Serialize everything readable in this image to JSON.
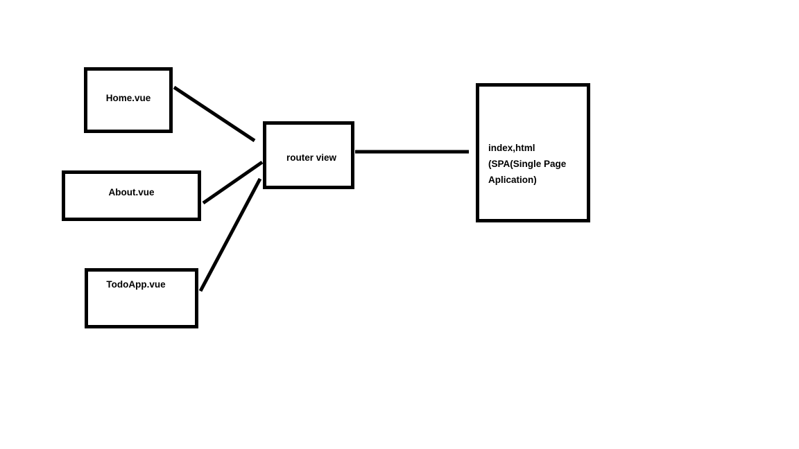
{
  "diagram": {
    "background_color": "#ffffff",
    "stroke_color": "#000000",
    "nodes": {
      "home": {
        "label": "Home.vue"
      },
      "about": {
        "label": "About.vue"
      },
      "todoapp": {
        "label": "TodoApp.vue"
      },
      "router_view": {
        "label": "router view"
      },
      "index_html": {
        "lines": [
          "index,html",
          "(SPA(Single Page",
          "Aplication)"
        ]
      }
    },
    "edges": [
      {
        "from": "Home.vue",
        "to": "router view"
      },
      {
        "from": "About.vue",
        "to": "router view"
      },
      {
        "from": "TodoApp.vue",
        "to": "router view"
      },
      {
        "from": "router view",
        "to": "index,html"
      }
    ]
  }
}
